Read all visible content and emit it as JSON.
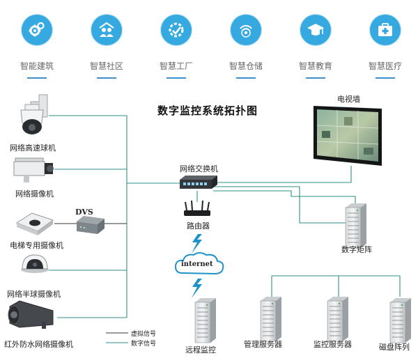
{
  "top_items": [
    {
      "label": "智能建筑",
      "icon": "gears-icon",
      "color": "#35a9e0"
    },
    {
      "label": "智慧社区",
      "icon": "community-people-icon",
      "color": "#35a9e0"
    },
    {
      "label": "智慧工厂",
      "icon": "factory-gear-icon",
      "color": "#35a9e0"
    },
    {
      "label": "智慧仓储",
      "icon": "wireless-storage-icon",
      "color": "#35a9e0"
    },
    {
      "label": "智慧教育",
      "icon": "graduation-cap-icon",
      "color": "#35a9e0"
    },
    {
      "label": "智慧医疗",
      "icon": "medical-kit-icon",
      "color": "#35a9e0"
    }
  ],
  "diagram": {
    "title": "数字监控系统拓扑图",
    "cameras": {
      "speed_dome": "网络高速球机",
      "box_camera": "网络摄像机",
      "elevator": "电梯专用摄像机",
      "half_dome": "网络半球摄像机",
      "ir_bullet": "红外防水网络摄像机"
    },
    "dvs": "DVS",
    "switch": "网络交换机",
    "router": "路由器",
    "internet": "internet",
    "video_wall": "电视墙",
    "matrix": "数字矩阵",
    "servers": {
      "remote": "远程监控",
      "management": "管理服务器",
      "monitoring": "监控服务器",
      "disk_array": "磁盘阵列"
    },
    "legend": {
      "analog": "虚拟信号",
      "digital": "数字信号"
    },
    "colors": {
      "digital_line": "#2f8f86",
      "analog_line": "#333333",
      "lightning": "#1f93c8",
      "accent": "#35a9e0"
    }
  }
}
